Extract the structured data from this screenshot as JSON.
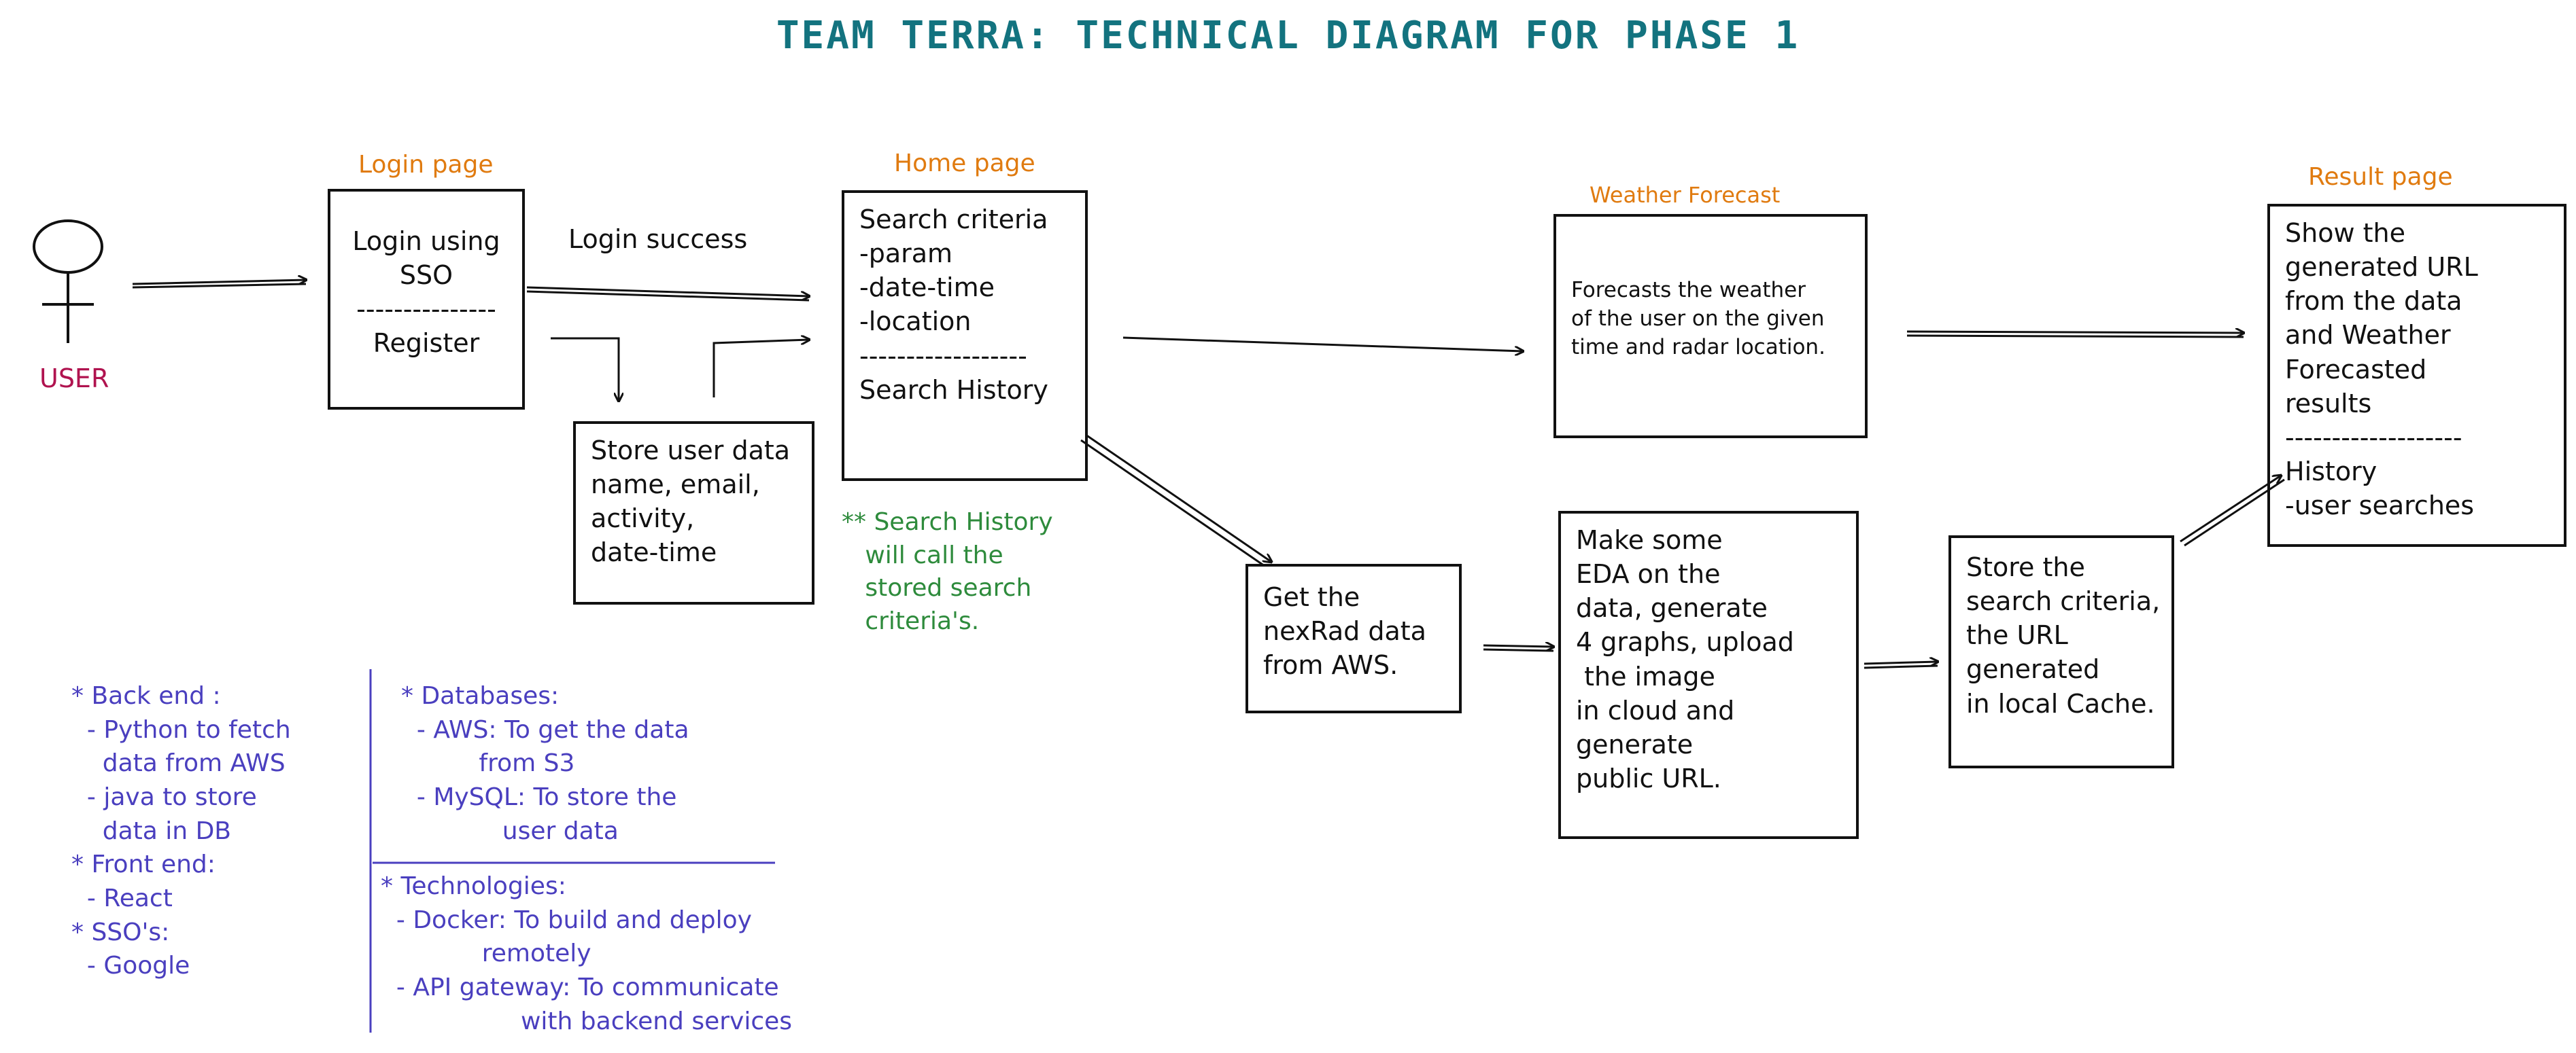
{
  "title": "TEAM TERRA: TECHNICAL DIAGRAM FOR PHASE 1",
  "actor": {
    "label": "USER"
  },
  "login": {
    "heading": "Login page",
    "line1": "Login using",
    "line2": "SSO",
    "divider": "---------------",
    "line3": "Register"
  },
  "login_success": "Login success",
  "store_user": {
    "lines": [
      "Store user data",
      "name, email,",
      "activity,",
      "date-time"
    ]
  },
  "home": {
    "heading": "Home page",
    "lines": [
      "Search criteria",
      "-param",
      "-date-time",
      "-location"
    ],
    "divider": "------------------",
    "history": "Search History"
  },
  "history_note": "** Search History\n   will call the\n   stored search\n   criteria's.",
  "weather": {
    "heading": "Weather Forecast",
    "lines": [
      "Forecasts the weather",
      "of the user on the given",
      "time and radar location."
    ]
  },
  "nexrad": {
    "lines": [
      "Get the",
      "nexRad data",
      "from AWS."
    ]
  },
  "eda": {
    "lines": [
      "Make some",
      "EDA on the",
      "data, generate",
      "4 graphs, upload",
      " the image",
      "in cloud and",
      "generate",
      "public URL."
    ]
  },
  "cache": {
    "lines": [
      "Store the",
      "search criteria,",
      "the URL",
      "generated",
      "in local Cache."
    ]
  },
  "result": {
    "heading": "Result page",
    "lines": [
      "Show the",
      "generated URL",
      "from the data",
      "and Weather",
      "Forecasted",
      "results"
    ],
    "divider": "-------------------",
    "history_lines": [
      "History",
      "-user searches"
    ]
  },
  "notes": {
    "left": "* Back end :\n  - Python to fetch\n    data from AWS\n  - java to store\n    data in DB\n* Front end:\n  - React\n* SSO's:\n  - Google",
    "databases": "* Databases:\n  - AWS: To get the data\n          from S3\n  - MySQL: To store the\n             user data",
    "technologies": "* Technologies:\n  - Docker: To build and deploy\n             remotely\n  - API gateway: To communicate\n                  with backend services"
  },
  "colors": {
    "title": "#13737f",
    "heading": "#e07b10",
    "note_green": "#2e8b3c",
    "note_purple": "#4a3fbf",
    "user": "#b0134f"
  }
}
